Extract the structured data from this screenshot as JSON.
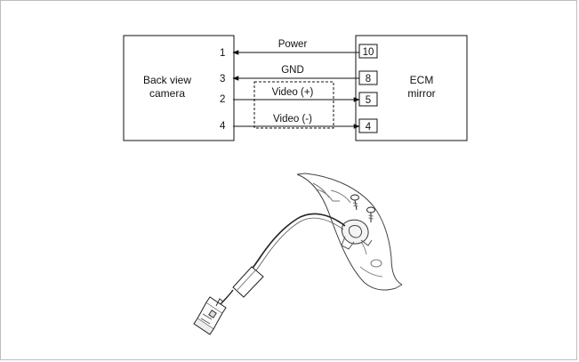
{
  "left_block": {
    "label_line1": "Back view",
    "label_line2": "camera"
  },
  "right_block": {
    "label_line1": "ECM",
    "label_line2": "mirror"
  },
  "connections": [
    {
      "name": "power",
      "label": "Power",
      "left_pin": "1",
      "right_pin": "10",
      "direction": "to-left"
    },
    {
      "name": "gnd",
      "label": "GND",
      "left_pin": "3",
      "right_pin": "8",
      "direction": "to-left"
    },
    {
      "name": "video-plus",
      "label": "Video (+)",
      "left_pin": "2",
      "right_pin": "5",
      "direction": "to-right"
    },
    {
      "name": "video-minus",
      "label": "Video (-)",
      "left_pin": "4",
      "right_pin": "4",
      "direction": "to-right"
    }
  ],
  "illustration": {
    "subject": "back view camera with cable harness and mounting screws"
  }
}
